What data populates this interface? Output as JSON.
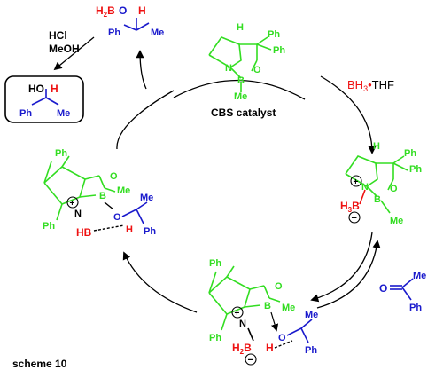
{
  "reagents": {
    "acid": "HCl",
    "solvent": "MeOH",
    "borane": "BH",
    "borane_sub": "3",
    "borane_dot": "•",
    "borane_solvent": "THF"
  },
  "catalyst_label": "CBS catalyst",
  "scheme_label": "scheme 10",
  "atoms": {
    "H": "H",
    "N": "N",
    "B": "B",
    "O": "O",
    "Me": "Me",
    "Ph": "Ph",
    "H2B": "H",
    "H2B_sub": "2",
    "H2B_b": "B",
    "H3B": "H",
    "H3B_sub": "3",
    "H3B_b": "B",
    "HB": "HB",
    "HO": "HO",
    "plus": "+",
    "minus": "−"
  },
  "colors": {
    "green": "#33dd22",
    "blue": "#1a1acc",
    "red": "#ee1111",
    "black": "#000000"
  }
}
